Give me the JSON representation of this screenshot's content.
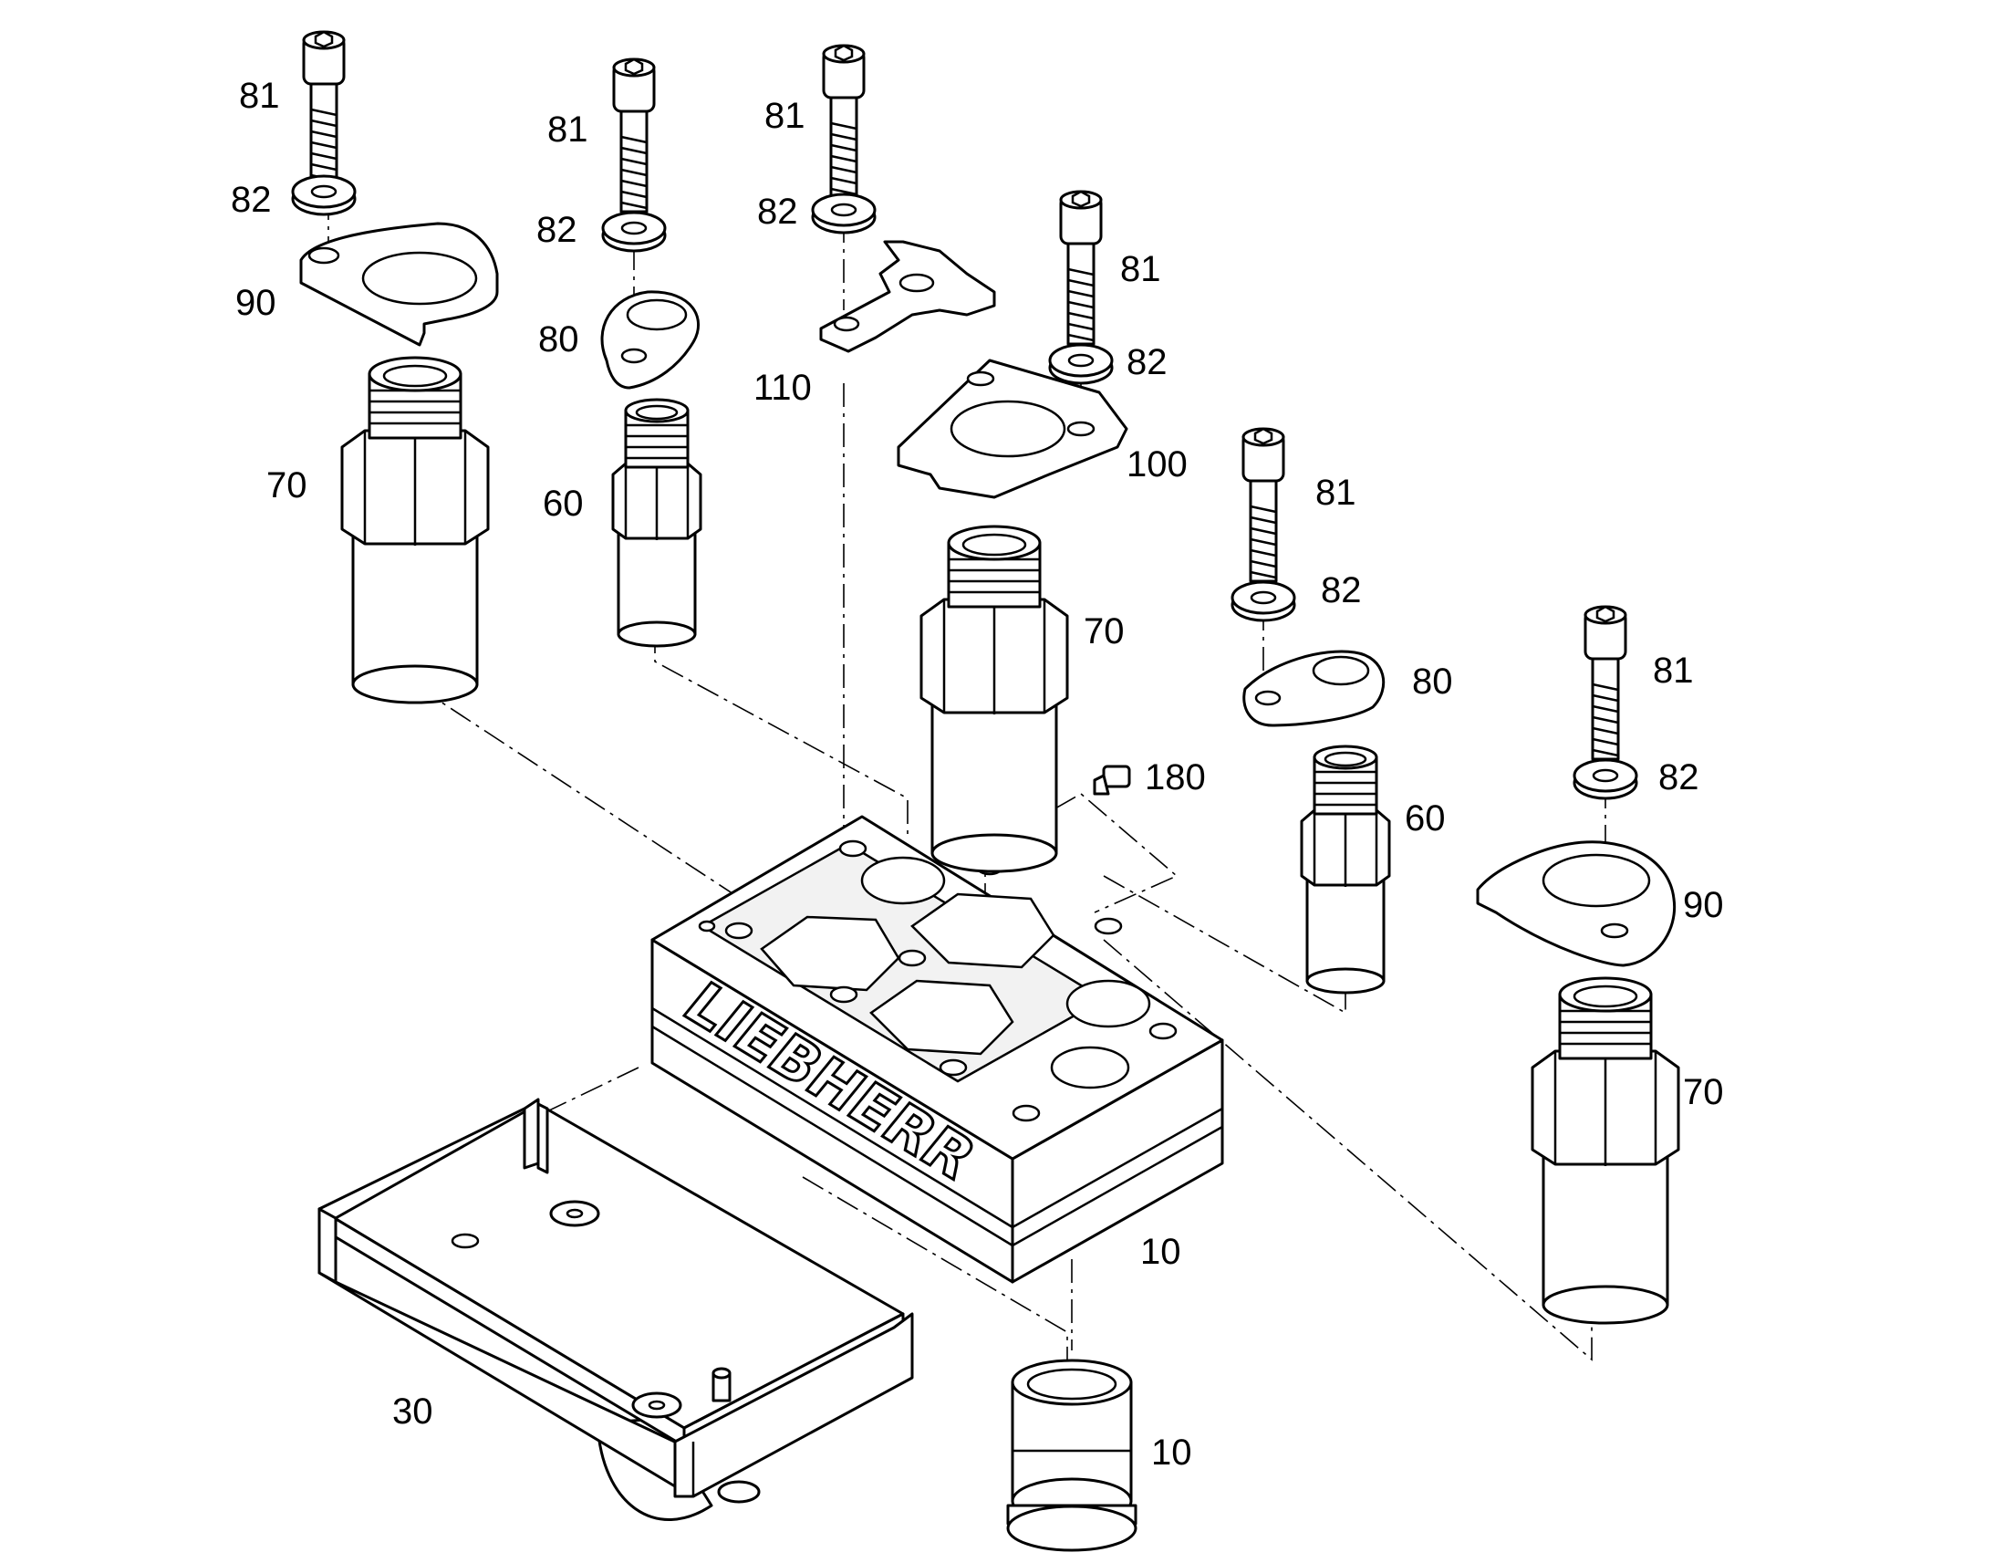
{
  "brand": {
    "logo_text": "LIEBHERR"
  },
  "callouts": [
    {
      "id": "c81a",
      "label": "81"
    },
    {
      "id": "c82a",
      "label": "82"
    },
    {
      "id": "c90a",
      "label": "90"
    },
    {
      "id": "c70a",
      "label": "70"
    },
    {
      "id": "c81b",
      "label": "81"
    },
    {
      "id": "c82b",
      "label": "82"
    },
    {
      "id": "c80a",
      "label": "80"
    },
    {
      "id": "c60a",
      "label": "60"
    },
    {
      "id": "c81c",
      "label": "81"
    },
    {
      "id": "c82c",
      "label": "82"
    },
    {
      "id": "c110",
      "label": "110"
    },
    {
      "id": "c81d",
      "label": "81"
    },
    {
      "id": "c82d",
      "label": "82"
    },
    {
      "id": "c100",
      "label": "100"
    },
    {
      "id": "c70b",
      "label": "70"
    },
    {
      "id": "c180",
      "label": "180"
    },
    {
      "id": "c81e",
      "label": "81"
    },
    {
      "id": "c82e",
      "label": "82"
    },
    {
      "id": "c80b",
      "label": "80"
    },
    {
      "id": "c60b",
      "label": "60"
    },
    {
      "id": "c81f",
      "label": "81"
    },
    {
      "id": "c82f",
      "label": "82"
    },
    {
      "id": "c90b",
      "label": "90"
    },
    {
      "id": "c70c",
      "label": "70"
    },
    {
      "id": "c10a",
      "label": "10"
    },
    {
      "id": "c10b",
      "label": "10"
    },
    {
      "id": "c30",
      "label": "30"
    }
  ]
}
